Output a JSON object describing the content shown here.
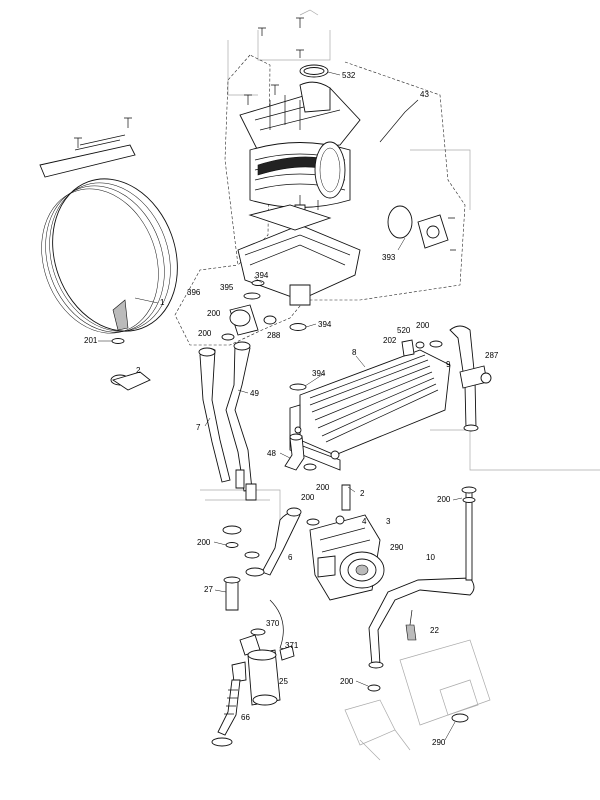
{
  "callouts": [
    {
      "id": "c532",
      "text": "532"
    },
    {
      "id": "c43",
      "text": "43"
    },
    {
      "id": "c1",
      "text": "1"
    },
    {
      "id": "c393",
      "text": "393"
    },
    {
      "id": "c394a",
      "text": "394"
    },
    {
      "id": "c396",
      "text": "396"
    },
    {
      "id": "c395",
      "text": "395"
    },
    {
      "id": "c200a",
      "text": "200"
    },
    {
      "id": "c394b",
      "text": "394"
    },
    {
      "id": "c288",
      "text": "288"
    },
    {
      "id": "c200b",
      "text": "200"
    },
    {
      "id": "c201",
      "text": "201"
    },
    {
      "id": "c2a",
      "text": "2"
    },
    {
      "id": "c202",
      "text": "202"
    },
    {
      "id": "c520",
      "text": "520"
    },
    {
      "id": "c200c",
      "text": "200"
    },
    {
      "id": "c9",
      "text": "9"
    },
    {
      "id": "c287",
      "text": "287"
    },
    {
      "id": "c8",
      "text": "8"
    },
    {
      "id": "c394c",
      "text": "394"
    },
    {
      "id": "c49",
      "text": "49"
    },
    {
      "id": "c7",
      "text": "7"
    },
    {
      "id": "c48",
      "text": "48"
    },
    {
      "id": "c200d",
      "text": "200"
    },
    {
      "id": "c2b",
      "text": "2"
    },
    {
      "id": "c200e",
      "text": "200"
    },
    {
      "id": "c200f",
      "text": "200"
    },
    {
      "id": "c4",
      "text": "4"
    },
    {
      "id": "c3",
      "text": "3"
    },
    {
      "id": "c200g",
      "text": "200"
    },
    {
      "id": "c290a",
      "text": "290"
    },
    {
      "id": "c6",
      "text": "6"
    },
    {
      "id": "c10",
      "text": "10"
    },
    {
      "id": "c27",
      "text": "27"
    },
    {
      "id": "c370",
      "text": "370"
    },
    {
      "id": "c22",
      "text": "22"
    },
    {
      "id": "c371",
      "text": "371"
    },
    {
      "id": "c25",
      "text": "25"
    },
    {
      "id": "c200h",
      "text": "200"
    },
    {
      "id": "c66",
      "text": "66"
    },
    {
      "id": "c290b",
      "text": "290"
    }
  ]
}
